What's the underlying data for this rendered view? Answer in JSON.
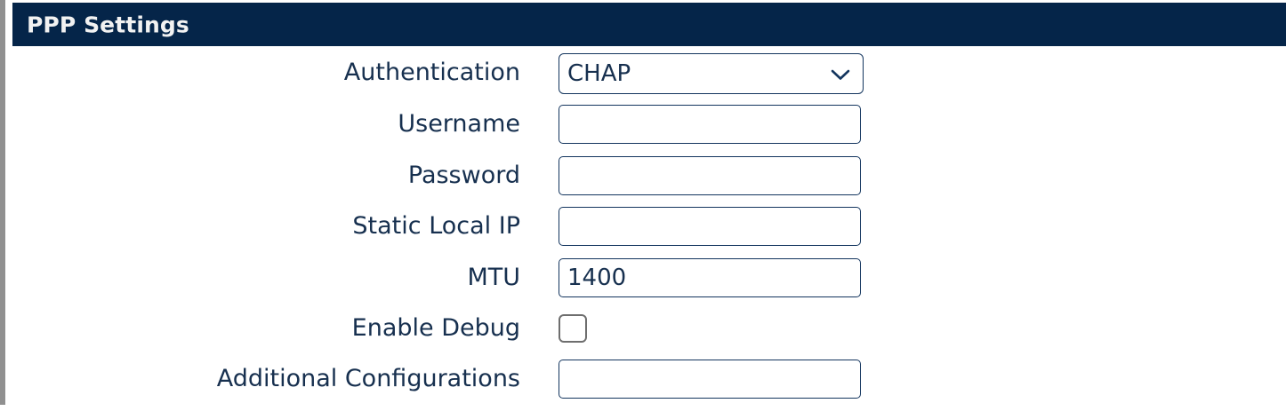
{
  "window": {
    "background_color": "#ffffff",
    "gutter_color": "#909090"
  },
  "panel": {
    "title": "PPP Settings",
    "header_bg": "#052549",
    "header_text_color": "#f2f2f2",
    "label_color": "#17304f",
    "field_border_color": "#13355e",
    "checkbox_border_color": "#6e6e6e"
  },
  "form": {
    "rows": [
      {
        "label": "Authentication",
        "type": "select",
        "value": "CHAP",
        "icon": "chevron-down-icon",
        "name": "authentication"
      },
      {
        "label": "Username",
        "type": "text",
        "value": "",
        "placeholder": "",
        "name": "username"
      },
      {
        "label": "Password",
        "type": "text",
        "value": "",
        "placeholder": "",
        "name": "password"
      },
      {
        "label": "Static Local IP",
        "type": "text",
        "value": "",
        "placeholder": "",
        "name": "static-local-ip"
      },
      {
        "label": "MTU",
        "type": "text",
        "value": "1400",
        "placeholder": "",
        "name": "mtu"
      },
      {
        "label": "Enable Debug",
        "type": "checkbox",
        "checked": false,
        "name": "enable-debug"
      },
      {
        "label": "Additional Configurations",
        "type": "text",
        "value": "",
        "placeholder": "",
        "help_icon": "help-circle-icon",
        "name": "additional-configurations"
      }
    ]
  }
}
